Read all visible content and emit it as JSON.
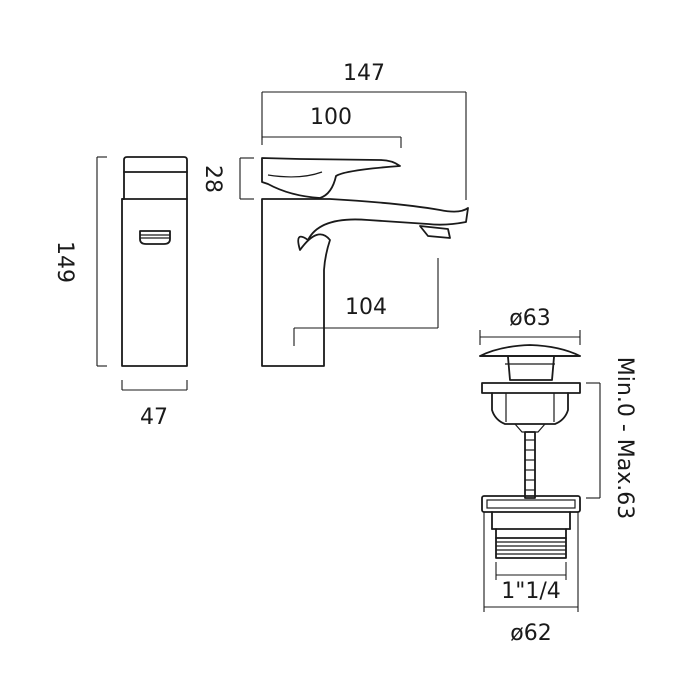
{
  "diagram": {
    "side_view": {
      "height_label": "149",
      "width_label": "47"
    },
    "front_view": {
      "overall_length_label": "147",
      "handle_length_label": "100",
      "handle_height_label": "28",
      "spout_reach_label": "104"
    },
    "waste_fitting": {
      "cap_diameter_label": "ø63",
      "adjustment_label": "Min.0 - Max.63",
      "thread_label": "1\"1/4",
      "base_diameter_label": "ø62"
    }
  }
}
